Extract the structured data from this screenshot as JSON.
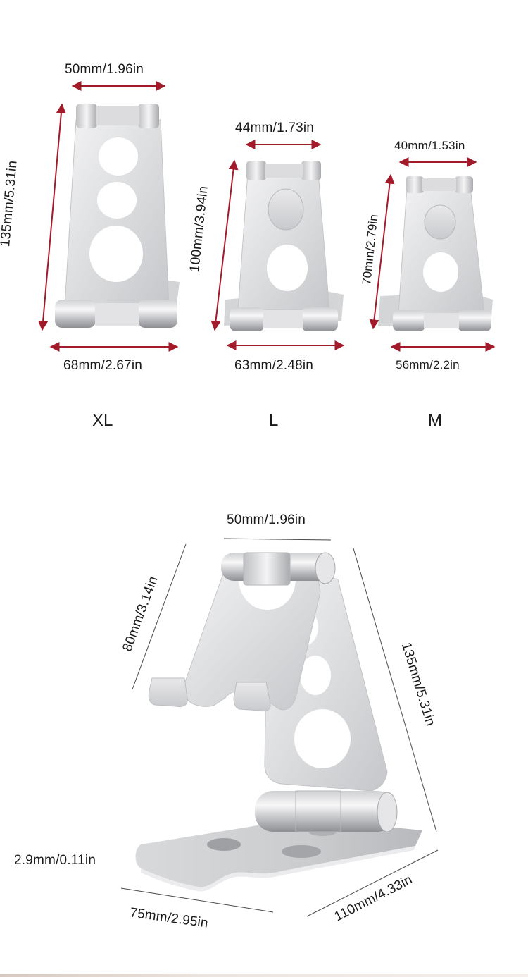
{
  "top_section": {
    "xl": {
      "size": "XL",
      "top_width": "50mm/1.96in",
      "height": "135mm/5.31in",
      "base_width": "68mm/2.67in"
    },
    "l": {
      "size": "L",
      "top_width": "44mm/1.73in",
      "height": "100mm/3.94in",
      "base_width": "63mm/2.48in"
    },
    "m": {
      "size": "M",
      "top_width": "40mm/1.53in",
      "height": "70mm/2.79in",
      "base_width": "56mm/2.2in"
    }
  },
  "bottom_section": {
    "top_width": "50mm/1.96in",
    "front_height": "80mm/3.14in",
    "back_height": "135mm/5.31in",
    "thickness": "2.9mm/0.11in",
    "base_width": "75mm/2.95in",
    "base_depth": "110mm/4.33in"
  },
  "colors": {
    "arrow": "#a31b2a",
    "metal_light": "#eeeeef",
    "metal_mid": "#d6d7d9",
    "metal_dark": "#b4b5b8"
  }
}
